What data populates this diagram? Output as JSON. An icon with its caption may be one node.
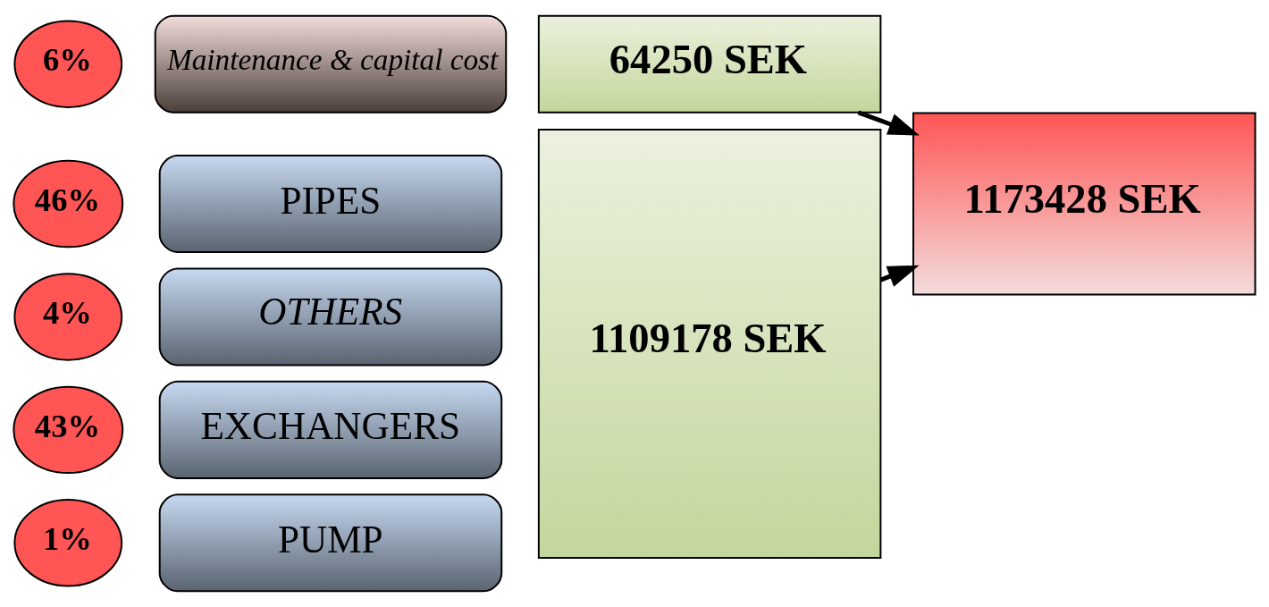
{
  "diagram": {
    "nodes": [
      {
        "text": [
          "46%"
        ]
      },
      {
        "text": [
          "PIPES"
        ]
      },
      {
        "text": [
          "43%"
        ]
      },
      {
        "text": [
          "EXCHANGERS"
        ]
      },
      {
        "text": [
          "1%"
        ]
      },
      {
        "text": [
          "PUMP"
        ]
      },
      {
        "text": [
          "4%"
        ]
      },
      {
        "text": [
          "OTHERS"
        ]
      },
      {
        "text": [
          "1109178 SEK"
        ]
      },
      {
        "text": [
          "1173428 SEK"
        ]
      },
      {
        "text": [
          "6%"
        ]
      },
      {
        "text": [
          "Maintenance & capital cost"
        ]
      },
      {
        "text": [
          "64250 SEK"
        ]
      }
    ],
    "edges": [
      {
        "from": 8,
        "to": 9,
        "arrow": "to"
      },
      {
        "from": 12,
        "to": 9,
        "arrow": "to"
      }
    ]
  }
}
